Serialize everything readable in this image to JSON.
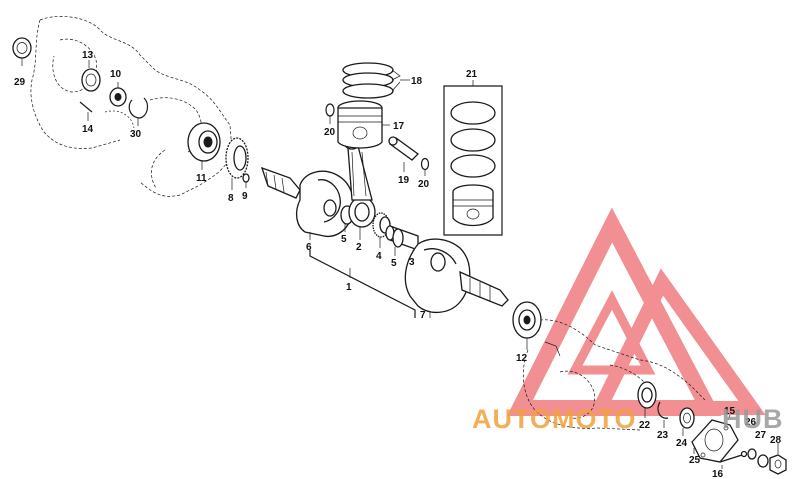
{
  "part_numbers": {
    "n1": "1",
    "n2": "2",
    "n3": "3",
    "n4": "4",
    "n5a": "5",
    "n5b": "5",
    "n6": "6",
    "n7": "7",
    "n8": "8",
    "n9": "9",
    "n10": "10",
    "n11": "11",
    "n12": "12",
    "n13": "13",
    "n14": "14",
    "n15": "15",
    "n16": "16",
    "n17": "17",
    "n18": "18",
    "n19": "19",
    "n20a": "20",
    "n20b": "20",
    "n21": "21",
    "n22": "22",
    "n23": "23",
    "n24": "24",
    "n25": "25",
    "n26": "26",
    "n27": "27",
    "n28": "28",
    "n29": "29",
    "n30": "30"
  },
  "watermark": {
    "text_orange": "AUTOMOTO",
    "text_gray": "HUB",
    "color_red": "#e8353a",
    "color_orange": "#f2a23a",
    "color_gray": "#9a9a9a"
  }
}
